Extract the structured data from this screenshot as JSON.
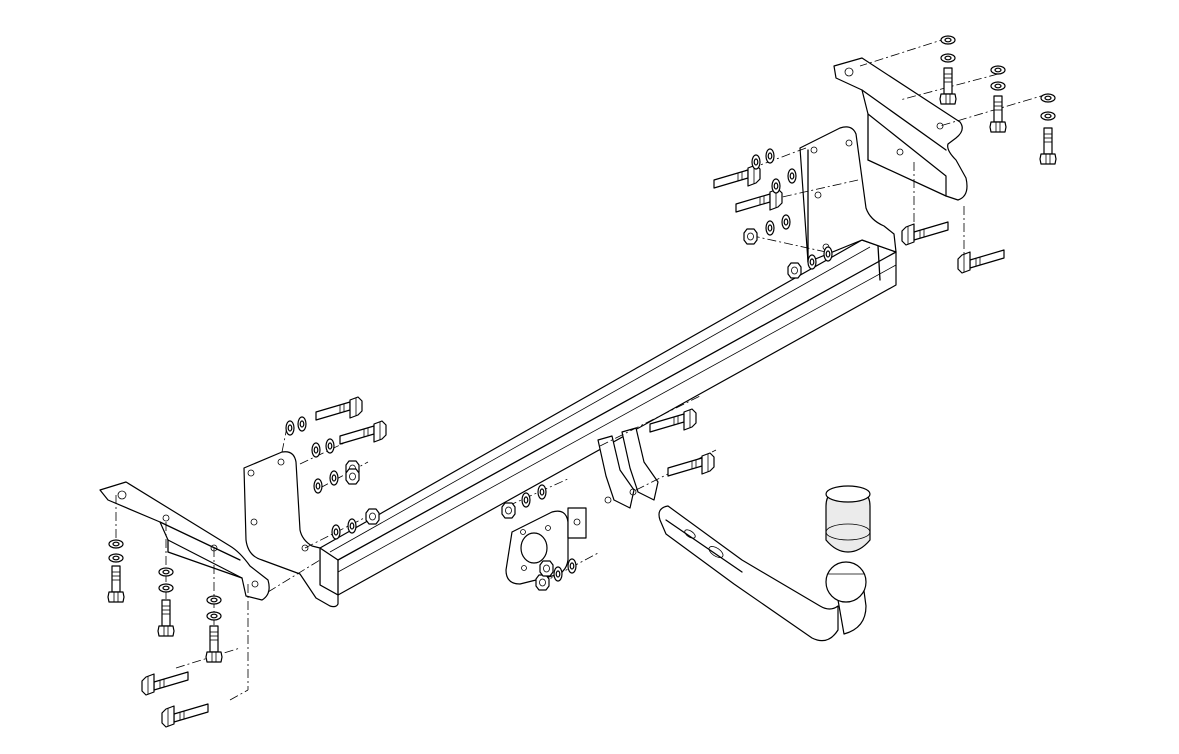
{
  "diagram": {
    "type": "exploded-assembly-drawing",
    "line_color": "#000000",
    "background": "#ffffff",
    "parts": [
      "left-mounting-bracket",
      "left-side-plate",
      "cross-beam",
      "right-side-plate",
      "right-mounting-bracket",
      "socket-plate",
      "tow-bar-neck",
      "tow-ball",
      "ball-cover",
      "hex-bolt",
      "washer",
      "hex-nut"
    ]
  }
}
